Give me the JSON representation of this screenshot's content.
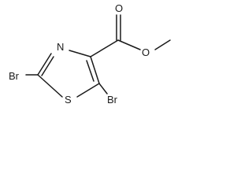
{
  "atoms": {
    "br_left": "Br",
    "br_right": "Br",
    "nitrogen": "N",
    "sulfur": "S",
    "carbonyl_oxygen": "O",
    "ester_oxygen": "O"
  },
  "colors": {
    "bond": "#1a1a1a",
    "text": "#1a1a1a",
    "background": "#ffffff"
  }
}
